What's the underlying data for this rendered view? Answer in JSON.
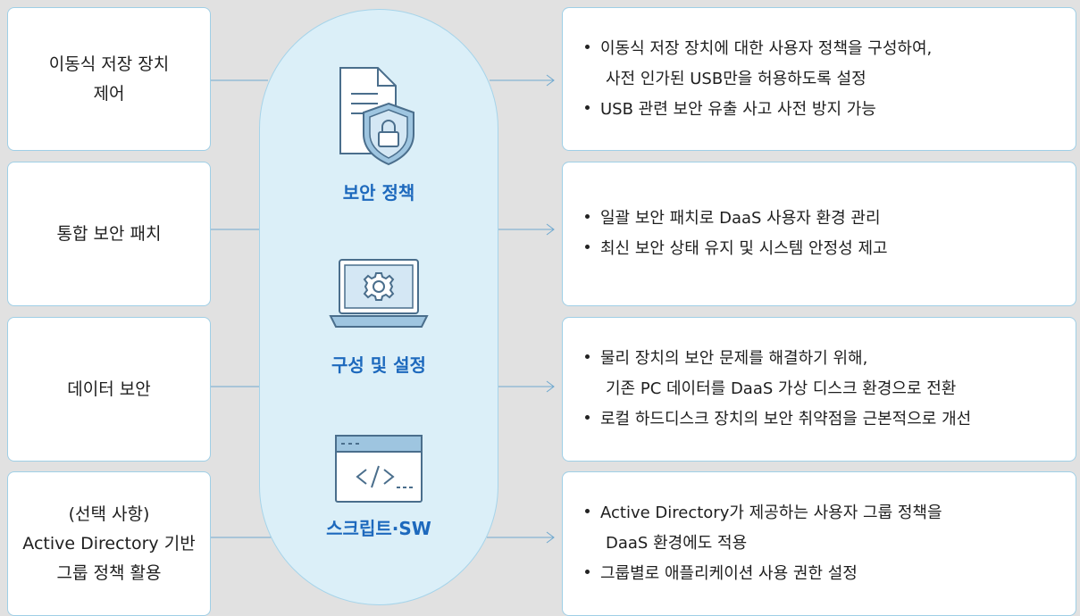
{
  "center": {
    "items": [
      {
        "label": "보안 정책",
        "icon": "document-shield-icon"
      },
      {
        "label": "구성 및 설정",
        "icon": "laptop-gear-icon"
      },
      {
        "label": "스크립트·SW",
        "icon": "code-window-icon"
      }
    ]
  },
  "rows": [
    {
      "left_lines": [
        "이동식 저장 장치",
        "제어"
      ],
      "bullets": [
        [
          "이동식 저장 장치에 대한 사용자 정책을 구성하여,",
          "사전 인가된 USB만을 허용하도록 설정"
        ],
        [
          "USB 관련 보안 유출 사고 사전 방지 가능"
        ]
      ]
    },
    {
      "left_lines": [
        "통합 보안 패치"
      ],
      "bullets": [
        [
          "일괄 보안 패치로 DaaS 사용자 환경 관리"
        ],
        [
          "최신 보안 상태 유지 및 시스템 안정성 제고"
        ]
      ]
    },
    {
      "left_lines": [
        "데이터 보안"
      ],
      "bullets": [
        [
          "물리 장치의 보안 문제를 해결하기 위해,",
          "기존 PC 데이터를 DaaS 가상 디스크 환경으로 전환"
        ],
        [
          "로컬 하드디스크 장치의 보안 취약점을 근본적으로 개선"
        ]
      ]
    },
    {
      "left_lines": [
        "(선택 사항)",
        "Active Directory 기반",
        "그룹 정책 활용"
      ],
      "bullets": [
        [
          "Active Directory가 제공하는 사용자 그룹 정책을",
          "DaaS 환경에도 적용"
        ],
        [
          "그룹별로 애플리케이션 사용 권한 설정"
        ]
      ]
    }
  ],
  "colors": {
    "accent": "#1d69bd",
    "capsule_fill": "#dbeff8",
    "border": "#9fcfe6",
    "connector": "#6fa9cf",
    "background": "#e1e1e1"
  }
}
